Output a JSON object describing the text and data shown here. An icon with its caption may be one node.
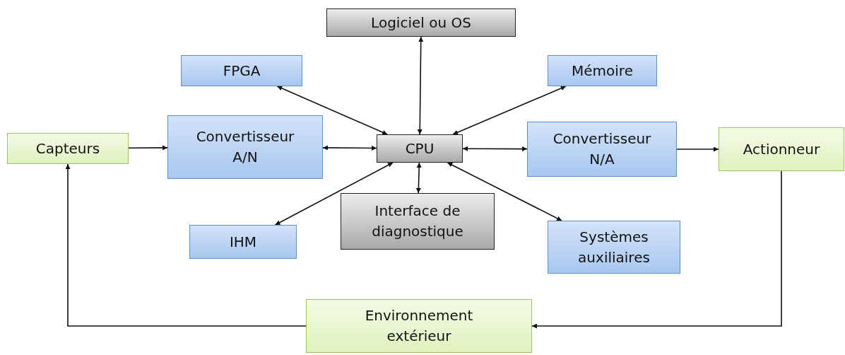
{
  "diagram": {
    "nodes": [
      {
        "text": [
          "Logiciel ou OS"
        ]
      },
      {
        "text": [
          "FPGA"
        ]
      },
      {
        "text": [
          "Mémoire"
        ]
      },
      {
        "text": [
          "Capteurs"
        ]
      },
      {
        "text": [
          "Convertisseur A/N"
        ]
      },
      {
        "text": [
          "CPU"
        ]
      },
      {
        "text": [
          "Convertisseur N/A"
        ]
      },
      {
        "text": [
          "Actionneur"
        ]
      },
      {
        "text": [
          "Interface de diagnostique"
        ]
      },
      {
        "text": [
          "IHM"
        ]
      },
      {
        "text": [
          "Systèmes auxiliaires"
        ]
      },
      {
        "text": [
          "Environnement extérieur"
        ]
      }
    ],
    "edges": [
      {
        "from": 3,
        "to": 4,
        "arrow": "to"
      },
      {
        "from": 4,
        "to": 5,
        "arrow": "both"
      },
      {
        "from": 5,
        "to": 6,
        "arrow": "both"
      },
      {
        "from": 6,
        "to": 7,
        "arrow": "to"
      },
      {
        "from": 5,
        "to": 0,
        "arrow": "both"
      },
      {
        "from": 5,
        "to": 1,
        "arrow": "both"
      },
      {
        "from": 5,
        "to": 2,
        "arrow": "both"
      },
      {
        "from": 5,
        "to": 9,
        "arrow": "both"
      },
      {
        "from": 5,
        "to": 8,
        "arrow": "both"
      },
      {
        "from": 5,
        "to": 10,
        "arrow": "both"
      },
      {
        "from": 7,
        "to": 11,
        "arrow": "to"
      },
      {
        "from": 11,
        "to": 3,
        "arrow": "to"
      }
    ]
  }
}
